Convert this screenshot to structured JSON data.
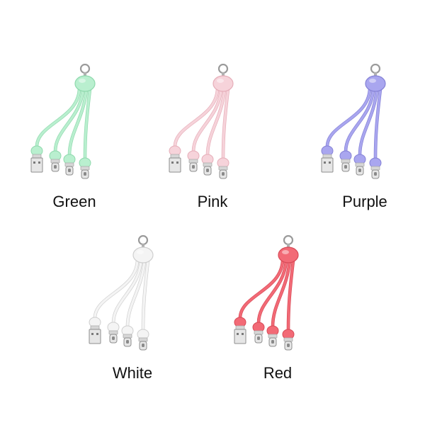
{
  "products": [
    {
      "label": "Green",
      "color": "#b9efcf",
      "shade": "#8fd9ad"
    },
    {
      "label": "Pink",
      "color": "#f6d3da",
      "shade": "#e6aeb9"
    },
    {
      "label": "Purple",
      "color": "#a9a6ef",
      "shade": "#8582d6"
    },
    {
      "label": "White",
      "color": "#f4f4f4",
      "shade": "#cfcfcf"
    },
    {
      "label": "Red",
      "color": "#f26a76",
      "shade": "#d84a57"
    }
  ]
}
